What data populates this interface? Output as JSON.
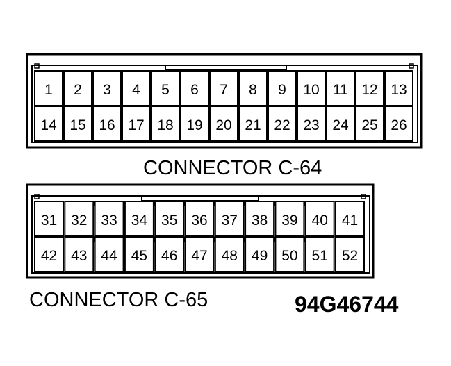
{
  "connectors": [
    {
      "id": "c64",
      "label": "CONNECTOR C-64",
      "top_row": [
        "1",
        "2",
        "3",
        "4",
        "5",
        "6",
        "7",
        "8",
        "9",
        "10",
        "11",
        "12",
        "13"
      ],
      "bottom_row": [
        "14",
        "15",
        "16",
        "17",
        "18",
        "19",
        "20",
        "21",
        "22",
        "23",
        "24",
        "25",
        "26"
      ]
    },
    {
      "id": "c65",
      "label": "CONNECTOR C-65",
      "top_row": [
        "31",
        "32",
        "33",
        "34",
        "35",
        "36",
        "37",
        "38",
        "39",
        "40",
        "41"
      ],
      "bottom_row": [
        "42",
        "43",
        "44",
        "45",
        "46",
        "47",
        "48",
        "49",
        "50",
        "51",
        "52"
      ]
    }
  ],
  "figure_id": "94G46744"
}
